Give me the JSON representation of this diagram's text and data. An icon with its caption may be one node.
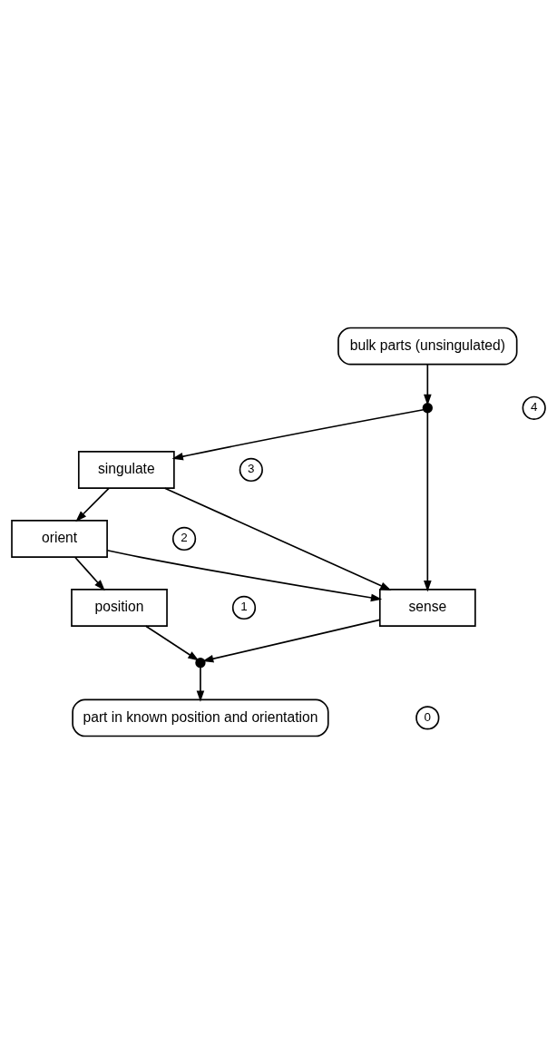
{
  "diagram": {
    "nodes": [
      {
        "text": [
          "bulk parts (unsingulated)"
        ]
      },
      {
        "text": [],
        "shape": "circle"
      },
      {
        "text": [
          "singulate"
        ]
      },
      {
        "text": [
          "orient"
        ]
      },
      {
        "text": [
          "position"
        ]
      },
      {
        "text": [
          "sense"
        ]
      },
      {
        "text": [],
        "shape": "circle"
      },
      {
        "text": [
          "part in known position and orientation"
        ]
      }
    ],
    "edges": [
      {
        "from": 0,
        "to": 1,
        "arrow": "to"
      },
      {
        "from": 1,
        "to": 2,
        "arrow": "to"
      },
      {
        "from": 1,
        "to": 5,
        "arrow": "to"
      },
      {
        "from": 2,
        "to": 3,
        "arrow": "to"
      },
      {
        "from": 2,
        "to": 5,
        "arrow": "to"
      },
      {
        "from": 3,
        "to": 4,
        "arrow": "to"
      },
      {
        "from": 3,
        "to": 5,
        "arrow": "to"
      },
      {
        "from": 4,
        "to": 6,
        "arrow": "to"
      },
      {
        "from": 5,
        "to": 6,
        "arrow": "to"
      },
      {
        "from": 6,
        "to": 7,
        "arrow": "to"
      }
    ],
    "labels": [
      "4",
      "3",
      "2",
      "1",
      "0"
    ]
  }
}
